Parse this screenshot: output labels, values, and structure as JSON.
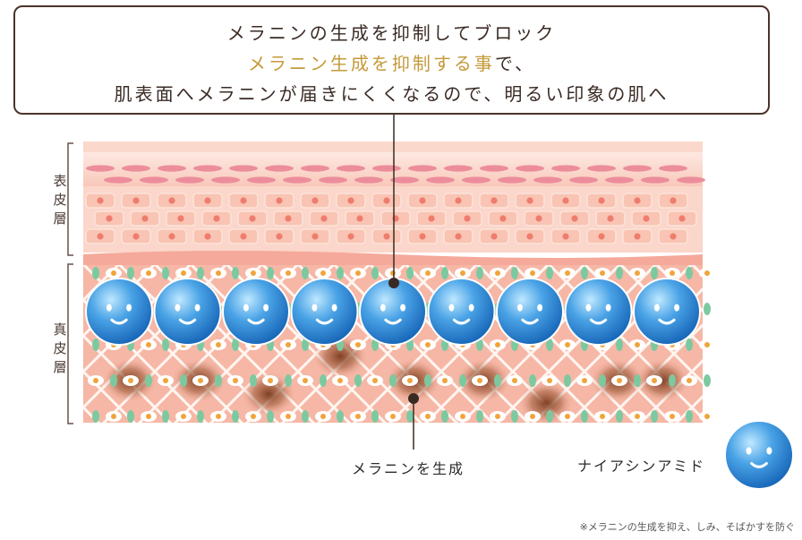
{
  "callout": {
    "line1": "メラニンの生成を抑制してブロック",
    "line2_highlight": "メラニン生成を抑制する事",
    "line2_rest": "で、",
    "line3": "肌表面へメラニンが届きにくくなるので、明るい印象の肌へ"
  },
  "layers": {
    "epidermis": "表皮層",
    "dermis": "真皮層"
  },
  "labels": {
    "melanin": "メラニンを生成",
    "niacinamide": "ナイアシンアミド"
  },
  "footnote": "※メラニンの生成を抑え、しみ、そばかすを防ぐ",
  "colors": {
    "border": "#4a332b",
    "highlight": "#c49a3a",
    "epidermis_bg": "#fbd9cf",
    "dermis_bg": "#f7b9a9",
    "ball": "#2a86d6"
  }
}
